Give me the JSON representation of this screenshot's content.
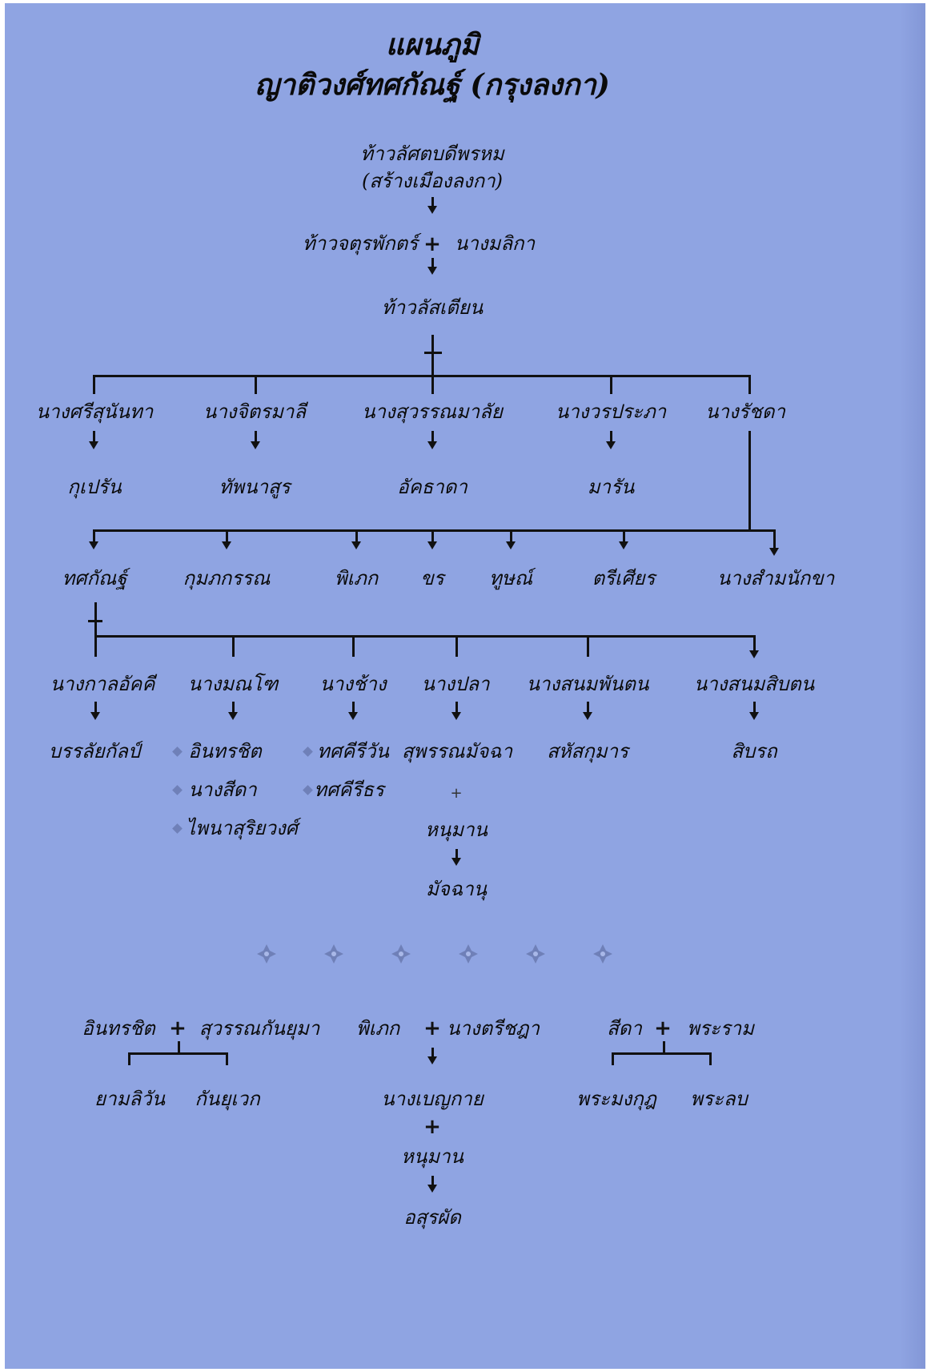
{
  "title": {
    "line1": "แผนภูมิ",
    "line2": "ญาติวงศ์ทศกัณฐ์ (กรุงลงกา)"
  },
  "top": {
    "founder": "ท้าวลัศตบดีพรหม",
    "founder_note": "(สร้างเมืองลงกา)",
    "king": "ท้าวจตุรพักตร์",
    "queen": "นางมลิกา",
    "son": "ท้าวลัสเตียน"
  },
  "wives": [
    {
      "name": "นางศรีสุนันทา",
      "child": "กุเปรัน"
    },
    {
      "name": "นางจิตรมาลี",
      "child": "ทัพนาสูร"
    },
    {
      "name": "นางสุวรรณมาลัย",
      "child": "อัคธาดา"
    },
    {
      "name": "นางวรประภา",
      "child": "มารัน"
    },
    {
      "name": "นางรัชดา",
      "child": ""
    }
  ],
  "rachada_children": [
    "ทศกัณฐ์",
    "กุมภกรรณ",
    "พิเภก",
    "ขร",
    "ทูษณ์",
    "ตรีเศียร",
    "นางสำมนักขา"
  ],
  "thotsakan_wives": [
    {
      "name": "นางกาลอัคคี",
      "children": [
        "บรรลัยกัลป์"
      ]
    },
    {
      "name": "นางมณโฑ",
      "children": [
        "อินทรชิต",
        "นางสีดา",
        "ไพนาสุริยวงศ์"
      ]
    },
    {
      "name": "นางช้าง",
      "children": [
        "ทศคีรีวัน",
        "ทศคีรีธร"
      ]
    },
    {
      "name": "นางปลา",
      "children": [
        "สุพรรณมัจฉา"
      ]
    },
    {
      "name": "นางสนมพันตน",
      "children": [
        "สหัสกุมาร"
      ]
    },
    {
      "name": "นางสนมสิบตน",
      "children": [
        "สิบรถ"
      ]
    }
  ],
  "machanu_line": {
    "partner": "หนุมาน",
    "child": "มัจฉานุ"
  },
  "bottom": {
    "left": {
      "a": "อินทรชิต",
      "b": "สุวรรณกันยุมา",
      "children": [
        "ยามลิวัน",
        "กันยุเวก"
      ]
    },
    "middle": {
      "a": "พิเภก",
      "b": "นางตรีชฎา",
      "child": "นางเบญกาย",
      "partner": "หนุมาน",
      "grandchild": "อสุรผัด"
    },
    "right": {
      "a": "สีดา",
      "b": "พระราม",
      "children": [
        "พระมงกุฎ",
        "พระลบ"
      ]
    }
  },
  "symbols": {
    "plus": "+"
  },
  "colors": {
    "background": "#8fa4e2",
    "ink": "#111111",
    "ornament": "#6f80b8"
  }
}
